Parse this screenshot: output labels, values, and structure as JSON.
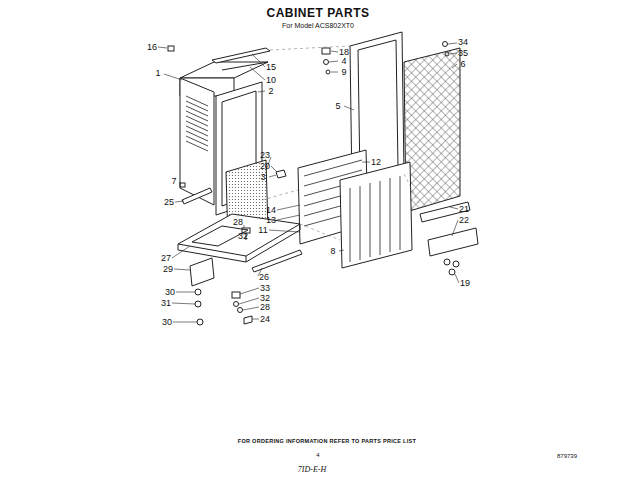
{
  "diagram": {
    "title": "CABINET PARTS",
    "labels": [
      "For Model ACS802XT0",
      "16",
      "1",
      "15",
      "10",
      "2",
      "18",
      "4",
      "9",
      "34",
      "35",
      "6",
      "5",
      "23",
      "20",
      "3",
      "12",
      "7",
      "25",
      "14",
      "13",
      "11",
      "28",
      "32",
      "21",
      "22",
      "8",
      "27",
      "29",
      "26",
      "30",
      "31",
      "30",
      "33",
      "32",
      "28",
      "24",
      "19",
      "FOR ORDERING INFORMATION REFER TO PARTS PRICE LIST",
      "4",
      "879739",
      "7ID-E-H"
    ]
  }
}
